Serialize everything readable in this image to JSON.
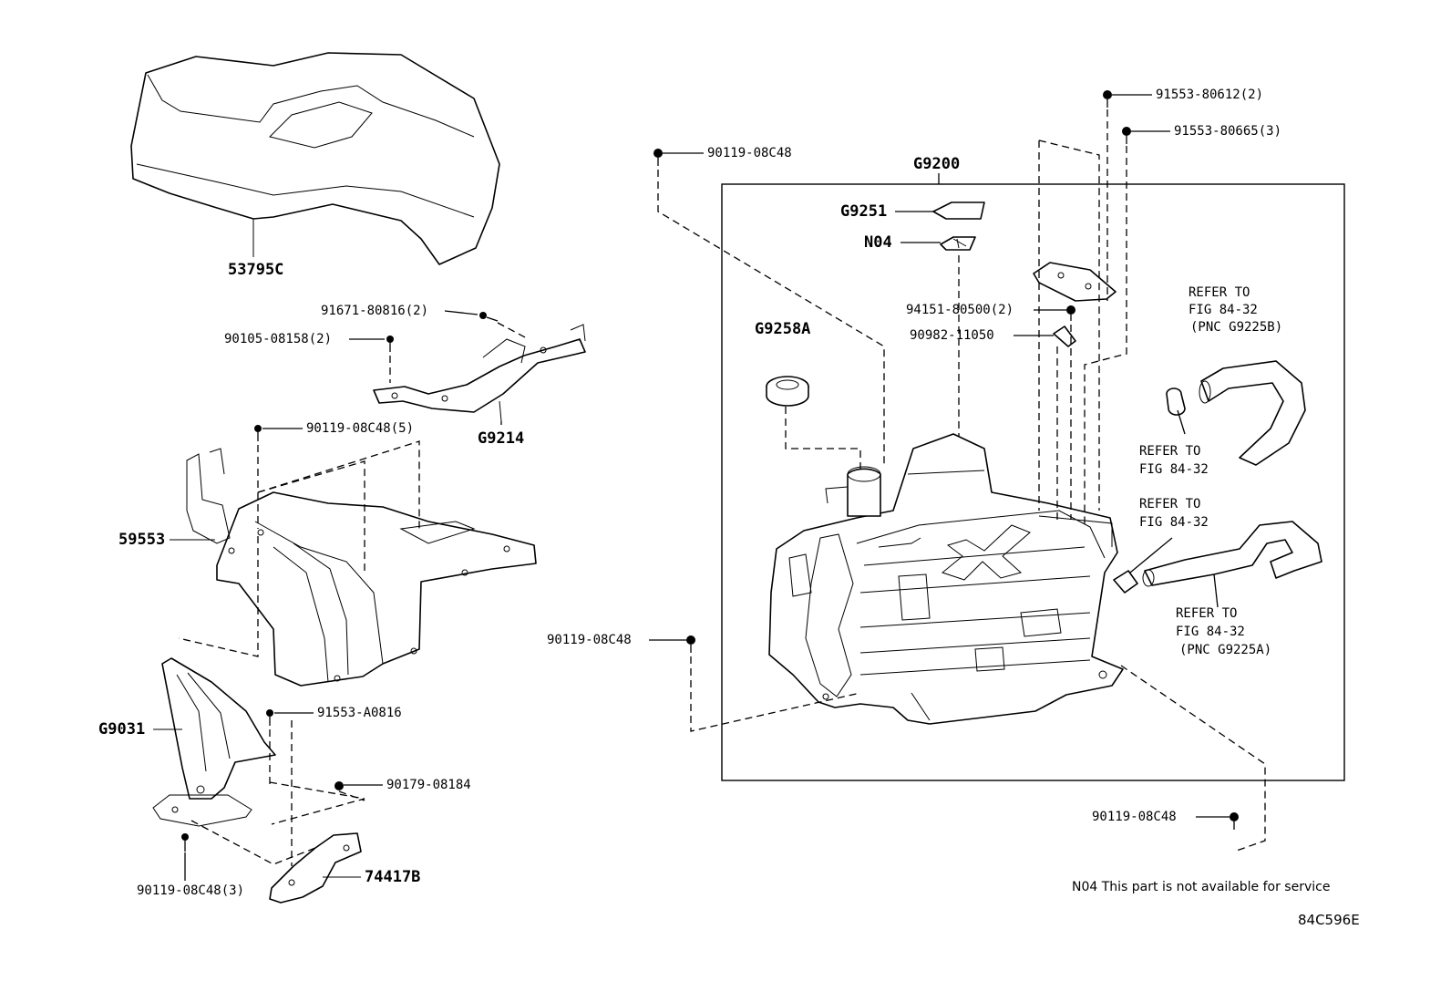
{
  "labels": {
    "p53795c": "53795C",
    "p91671": "91671-80816(2)",
    "p90105": "90105-08158(2)",
    "pG9214": "G9214",
    "p90119_5": "90119-08C48(5)",
    "p59553": "59553",
    "pG9031": "G9031",
    "p91553a": "91553-A0816",
    "p90179": "90179-08184",
    "p90119_3": "90119-08C48(3)",
    "p74417b": "74417B",
    "p90119_mid": "90119-08C48",
    "p90119_top": "90119-08C48",
    "pG9200": "G9200",
    "pG9251": "G9251",
    "pN04": "N04",
    "pG9258a": "G9258A",
    "p91553_612": "91553-80612(2)",
    "p91553_665": "91553-80665(3)",
    "p94151": "94151-80500(2)",
    "p90982": "90982-11050",
    "p90119_br": "90119-08C48"
  },
  "refs": {
    "ref1_l1": "REFER TO",
    "ref1_l2": "FIG 84-32",
    "ref1_l3": "(PNC G9225B)",
    "ref2_l1": "REFER TO",
    "ref2_l2": "FIG 84-32",
    "ref3_l1": "REFER TO",
    "ref3_l2": "FIG 84-32",
    "ref4_l1": "REFER TO",
    "ref4_l2": "FIG 84-32",
    "ref4_l3": "(PNC G9225A)"
  },
  "footnote": "N04 This part is not available for service",
  "figure_code": "84C596E"
}
